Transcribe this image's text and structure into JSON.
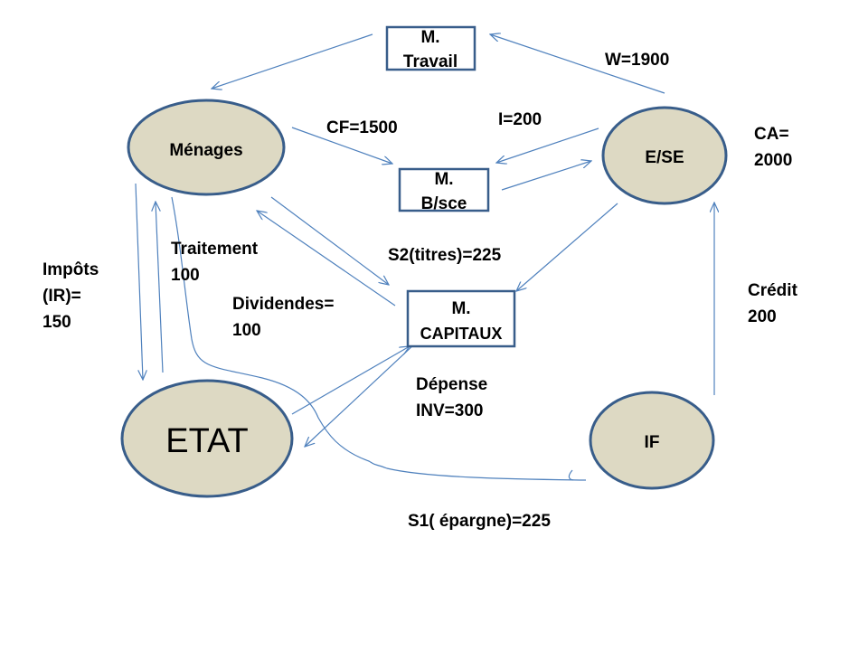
{
  "nodes": {
    "menages": "Ménages",
    "ese": "E/SE",
    "etat": "ETAT",
    "if": "IF"
  },
  "markets": {
    "travail": [
      "M.",
      "Travail"
    ],
    "bsce": [
      "M.",
      "B/sce"
    ],
    "capitaux": [
      "M.",
      "CAPITAUX"
    ]
  },
  "flows": {
    "wages": "W=1900",
    "consumption": "CF=1500",
    "investment_ese": "I=200",
    "turnover": [
      "CA=",
      "2000"
    ],
    "securities": "S2(titres)=225",
    "salaries": [
      "Traitement",
      "100"
    ],
    "taxes": [
      "Impôts",
      "(IR)=",
      "150"
    ],
    "dividends": [
      "Dividendes=",
      "100"
    ],
    "public_investment": [
      "Dépense",
      "INV=300"
    ],
    "credit": [
      "Crédit",
      "200"
    ],
    "savings": "S1( épargne)=225"
  },
  "colors": {
    "node_fill": "#ddd9c3",
    "node_stroke": "#385d8a",
    "box_stroke": "#385d8a",
    "arrow": "#4f81bd"
  }
}
